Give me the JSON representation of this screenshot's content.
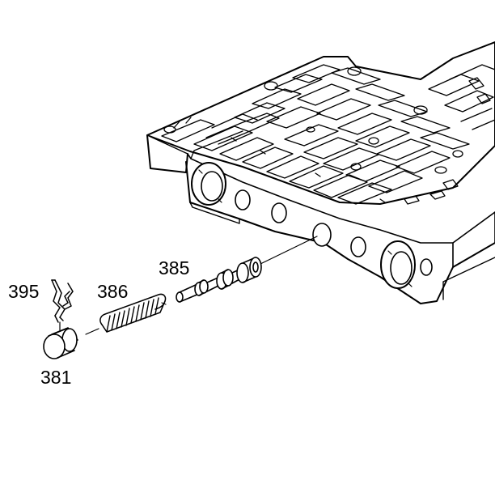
{
  "callouts": {
    "c395": "395",
    "c386": "386",
    "c385": "385",
    "c381": "381"
  },
  "colors": {
    "line": "#000000",
    "fill": "#ffffff"
  },
  "parts": [
    {
      "id": "395",
      "icon": "retainer-clip-icon"
    },
    {
      "id": "386",
      "icon": "coil-spring-icon"
    },
    {
      "id": "385",
      "icon": "spool-valve-icon"
    },
    {
      "id": "381",
      "icon": "valve-plug-icon"
    }
  ]
}
